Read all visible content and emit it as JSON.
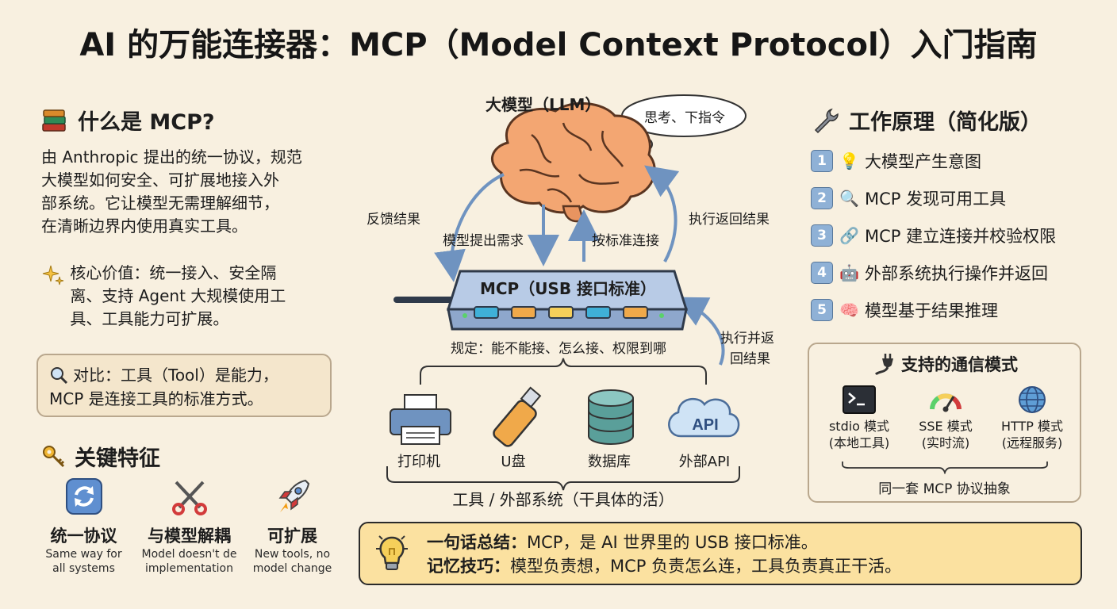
{
  "title": "AI 的万能连接器：MCP（Model Context Protocol）入门指南",
  "left": {
    "what_heading": "什么是 MCP?",
    "what_lines": [
      "由 Anthropic 提出的统一协议，规范",
      "大模型如何安全、可扩展地接入外",
      "部系统。它让模型无需理解细节，",
      "在清晰边界内使用真实工具。"
    ],
    "core_lines": [
      "核心价值：统一接入、安全隔",
      "离、支持 Agent 大规模使用工",
      "具、工具能力可扩展。"
    ],
    "compare_lines": [
      "对比：工具（Tool）是能力，",
      "MCP 是连接工具的标准方式。"
    ],
    "features_heading": "关键特征",
    "features": [
      {
        "name": "统一协议",
        "sub1": "Same way for",
        "sub2": "all systems",
        "icon": "sync-icon"
      },
      {
        "name": "与模型解耦",
        "sub1": "Model doesn't de",
        "sub2": "implementation",
        "icon": "scissors-icon"
      },
      {
        "name": "可扩展",
        "sub1": "New tools, no",
        "sub2": "model change",
        "icon": "rocket-icon"
      }
    ]
  },
  "center": {
    "llm_label": "大模型（LLM）",
    "thought": "思考、下指令",
    "feedback": "反馈结果",
    "request": "模型提出需求",
    "connect": "按标准连接",
    "exec_return": "执行返回结果",
    "exec_return2_a": "执行并返",
    "exec_return2_b": "回结果",
    "hub_label": "MCP（USB 接口标准）",
    "rules": "规定：能不能接、怎么接、权限到哪",
    "tools": [
      {
        "label": "打印机",
        "icon": "printer-icon"
      },
      {
        "label": "U盘",
        "icon": "usb-drive-icon"
      },
      {
        "label": "数据库",
        "icon": "database-icon"
      },
      {
        "label": "外部API",
        "icon": "api-cloud-icon",
        "badge": "API"
      }
    ],
    "tools_caption": "工具 / 外部系统（干具体的活）"
  },
  "right": {
    "heading": "工作原理（简化版）",
    "steps": [
      {
        "num": "1",
        "text": "大模型产生意图",
        "icon": "bulb-icon",
        "glyph": "💡"
      },
      {
        "num": "2",
        "text": "MCP 发现可用工具",
        "icon": "magnifier-icon",
        "glyph": "🔍"
      },
      {
        "num": "3",
        "text": "MCP 建立连接并校验权限",
        "icon": "link-icon",
        "glyph": "🔗"
      },
      {
        "num": "4",
        "text": "外部系统执行操作并返回",
        "icon": "robot-icon",
        "glyph": "🤖"
      },
      {
        "num": "5",
        "text": "模型基于结果推理",
        "icon": "brain-icon",
        "glyph": "🧠"
      }
    ],
    "comm_heading": "支持的通信模式",
    "modes": [
      {
        "line1": "stdio 模式",
        "line2": "(本地工具)",
        "icon": "terminal-icon"
      },
      {
        "line1": "SSE 模式",
        "line2": "(实时流)",
        "icon": "gauge-icon"
      },
      {
        "line1": "HTTP 模式",
        "line2": "(远程服务)",
        "icon": "globe-icon"
      }
    ],
    "comm_caption": "同一套 MCP 协议抽象"
  },
  "summary": {
    "line1_bold": "一句话总结：",
    "line1_rest": "MCP，是 AI 世界里的 USB 接口标准。",
    "line2_bold": "记忆技巧：",
    "line2_rest": "模型负责想，MCP 负责怎么连，工具负责真正干活。"
  },
  "colors": {
    "bg": "#f8f0e0",
    "hub": "#9fb5d6",
    "highlight": "#fbe1a0",
    "arrow": "#6f93c0"
  }
}
